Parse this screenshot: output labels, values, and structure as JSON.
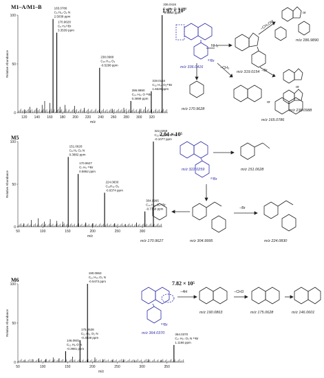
{
  "chart_data": [
    {
      "type": "bar",
      "panel_title": "M1–A/M1–B",
      "intensity": "1.97 × 10⁵",
      "xlabel": "m/z",
      "ylabel": "Relative Abundance",
      "xlim": [
        110,
        345
      ],
      "ylim": [
        0,
        100
      ],
      "xticks": [
        120,
        140,
        160,
        180,
        200,
        220,
        240,
        260,
        280,
        300,
        320
      ],
      "yticks": [
        0,
        50,
        100
      ],
      "peaks": [
        {
          "x": 121,
          "y": 3
        },
        {
          "x": 129,
          "y": 6
        },
        {
          "x": 140,
          "y": 5
        },
        {
          "x": 148,
          "y": 8
        },
        {
          "x": 152,
          "y": 12
        },
        {
          "x": 160,
          "y": 10
        },
        {
          "x": 165.0786,
          "y": 96,
          "label": [
            "165.0786",
            "C₉ H₁₁ O₂ N",
            "2.5038 ppm"
          ]
        },
        {
          "x": 170.9628,
          "y": 82,
          "label": [
            "170.9628",
            "C₆ H₄⁸¹Br",
            "3.3539 ppm"
          ]
        },
        {
          "x": 176,
          "y": 6
        },
        {
          "x": 184,
          "y": 8
        },
        {
          "x": 199,
          "y": 7
        },
        {
          "x": 214,
          "y": 5
        },
        {
          "x": 238.0988,
          "y": 46,
          "label": [
            "238.0988",
            "C₁₅ H₁₄ O₃",
            "-0.5298 ppm"
          ]
        },
        {
          "x": 258,
          "y": 4
        },
        {
          "x": 276,
          "y": 5
        },
        {
          "x": 286.989,
          "y": 12,
          "label": [
            "286.9890",
            "C₁₄ H₁₀ O ⁸¹Br",
            "0.3699 ppm"
          ]
        },
        {
          "x": 301,
          "y": 4
        },
        {
          "x": 310,
          "y": 6
        },
        {
          "x": 319.0154,
          "y": 22,
          "label": [
            "319.0154",
            "C₁₅ H₁₄ O₂⁸¹Br",
            "1.6625 ppm"
          ]
        },
        {
          "x": 336.0416,
          "y": 100,
          "label": [
            "336.0416",
            "C₁₅ H₁₇ O₂ N ⁸¹Br",
            "-0.3950 ppm"
          ]
        }
      ]
    },
    {
      "type": "bar",
      "panel_title": "M5",
      "intensity": "2.04 × 10⁵",
      "xlabel": "m/z",
      "ylabel": "Relative Abundance",
      "xlim": [
        50,
        340
      ],
      "ylim": [
        0,
        100
      ],
      "xticks": [
        50,
        100,
        150,
        200,
        250,
        300
      ],
      "yticks": [
        0,
        50,
        100
      ],
      "peaks": [
        {
          "x": 62,
          "y": 4
        },
        {
          "x": 77,
          "y": 8
        },
        {
          "x": 91,
          "y": 10
        },
        {
          "x": 103,
          "y": 6
        },
        {
          "x": 115,
          "y": 9
        },
        {
          "x": 128,
          "y": 7
        },
        {
          "x": 140,
          "y": 6
        },
        {
          "x": 151.0628,
          "y": 82,
          "label": [
            "151.0628",
            "C₈ H₉ O₂ N",
            "0.3882 ppm"
          ]
        },
        {
          "x": 170.9627,
          "y": 62,
          "label": [
            "170.9627",
            "C₇ H₄ ⁸¹Br",
            "0.5862 ppm"
          ]
        },
        {
          "x": 186,
          "y": 5
        },
        {
          "x": 200,
          "y": 4
        },
        {
          "x": 224.083,
          "y": 40,
          "label": [
            "224.0830",
            "C₁₄H₁₂ O₃",
            "-0.6374 ppm"
          ]
        },
        {
          "x": 244,
          "y": 4
        },
        {
          "x": 266,
          "y": 3
        },
        {
          "x": 288,
          "y": 5
        },
        {
          "x": 304.9995,
          "y": 18,
          "label": [
            "304.9995",
            "C₁₄ H₁₂ O₂⁸¹Br",
            "-0.7758 ppm"
          ]
        },
        {
          "x": 322.0259,
          "y": 100,
          "label": [
            "322.0259",
            "C₁₅ H₁₅ O₂ N⁸¹Br",
            "-0.1077 ppm"
          ]
        }
      ]
    },
    {
      "type": "bar",
      "panel_title": "M6",
      "intensity": "7.82 × 10⁵",
      "xlabel": "m/z",
      "ylabel": "Relative Abundance",
      "xlim": [
        50,
        385
      ],
      "ylim": [
        0,
        100
      ],
      "xticks": [
        50,
        100,
        150,
        200,
        250,
        300,
        350
      ],
      "yticks": [
        0,
        50,
        100
      ],
      "peaks": [
        {
          "x": 64,
          "y": 3
        },
        {
          "x": 79,
          "y": 4
        },
        {
          "x": 92,
          "y": 5
        },
        {
          "x": 106,
          "y": 4
        },
        {
          "x": 121,
          "y": 6
        },
        {
          "x": 133,
          "y": 5
        },
        {
          "x": 146.0601,
          "y": 14,
          "label": [
            "146.0601",
            "C₁₀ H₈ O N",
            "-0.3961 ppm"
          ]
        },
        {
          "x": 160,
          "y": 7
        },
        {
          "x": 175.0628,
          "y": 28,
          "label": [
            "175.0628",
            "C₁₁ H₁₁ O₂ N",
            "-0.3539 ppm"
          ]
        },
        {
          "x": 190.0863,
          "y": 100,
          "label": [
            "190.0863",
            "C₁₁ H₁₄ O₂ N",
            "-0.5473 ppm"
          ]
        },
        {
          "x": 205,
          "y": 6
        },
        {
          "x": 221,
          "y": 4
        },
        {
          "x": 240,
          "y": 3
        },
        {
          "x": 262,
          "y": 4
        },
        {
          "x": 285,
          "y": 3
        },
        {
          "x": 312,
          "y": 4
        },
        {
          "x": 338,
          "y": 3
        },
        {
          "x": 364.037,
          "y": 22,
          "label": [
            "364.0370",
            "C₁₇ H₁₇ O₃ N ⁸¹Br",
            "1.1166 ppm"
          ]
        }
      ]
    }
  ],
  "schemes": {
    "m1": {
      "parent_mz": "m/z 336.0416",
      "br_label": "⁸¹Br",
      "nh_label": "NH₃",
      "loss_ch3oh": "−CH₃OH",
      "loss_br": "−Br",
      "loss_ch3": "−CH₃",
      "frag_319": "m/z 319.0154",
      "frag_286": "m/z 286.9890",
      "frag_238": "m/z 238.0988",
      "frag_170": "m/z 170.9628",
      "frag_165": "m/z 165.0786",
      "or1": "or",
      "or2": "or",
      "or3": "or"
    },
    "m5": {
      "parent_mz": "m/z 322.0259",
      "br_label": "⁸¹Br",
      "frag_151": "m/z 151.0628",
      "frag_305": "m/z 304.9995",
      "frag_224": "m/z 224.0830",
      "frag_170": "m/z 170.9627",
      "loss_br": "−Br"
    },
    "m6": {
      "parent_mz": "m/z 364.0370",
      "br_label": "⁸¹Br",
      "loss_4h": "−4H",
      "loss_ch3": "−CH3",
      "frag_190": "m/z 190.0863",
      "frag_175": "m/z 175.0628",
      "frag_146": "m/z 146.0601"
    }
  }
}
